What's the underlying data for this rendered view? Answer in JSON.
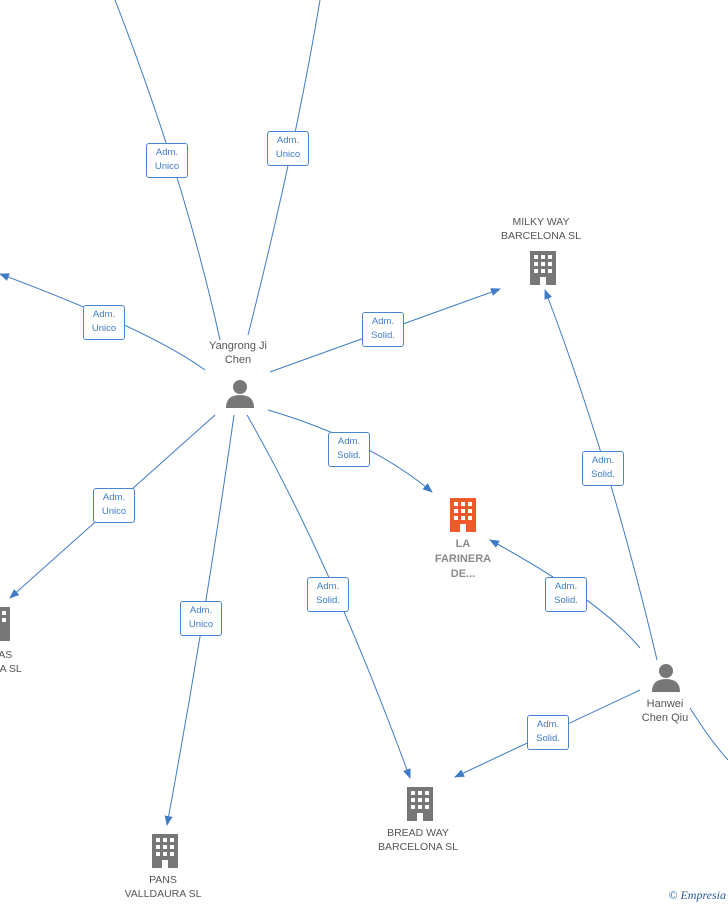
{
  "edges": [
    {
      "label1": "Adm.",
      "label2": "Unico"
    },
    {
      "label1": "Adm.",
      "label2": "Unico"
    },
    {
      "label1": "Adm.",
      "label2": "Unico"
    },
    {
      "label1": "Adm.",
      "label2": "Solid."
    },
    {
      "label1": "Adm.",
      "label2": "Solid."
    },
    {
      "label1": "Adm.",
      "label2": "Unico"
    },
    {
      "label1": "Adm.",
      "label2": "Unico"
    },
    {
      "label1": "Adm.",
      "label2": "Solid."
    },
    {
      "label1": "Adm.",
      "label2": "Solid."
    },
    {
      "label1": "Adm.",
      "label2": "Solid."
    },
    {
      "label1": "Adm.",
      "label2": "Solid."
    }
  ],
  "nodes": {
    "yangrong": {
      "line1": "Yangrong Ji",
      "line2": "Chen"
    },
    "hanwei": {
      "line1": "Hanwei",
      "line2": "Chen Qiu"
    },
    "milky": {
      "line1": "MILKY WAY",
      "line2": "BARCELONA  SL"
    },
    "farinera": {
      "line1": "LA",
      "line2": "FARINERA",
      "line3": "DE..."
    },
    "bread": {
      "line1": "BREAD WAY",
      "line2": "BARCELONA  SL"
    },
    "pans_valldaura": {
      "line1": "PANS",
      "line2": "VALLDAURA  SL"
    },
    "pas_partial": {
      "line1": "PAS",
      "line2": "NA  SL"
    }
  },
  "watermark": "© Empresia",
  "colors": {
    "edge": "#3f7cc8",
    "main_company": "#f05a28",
    "company": "#777777",
    "person": "#777777"
  }
}
